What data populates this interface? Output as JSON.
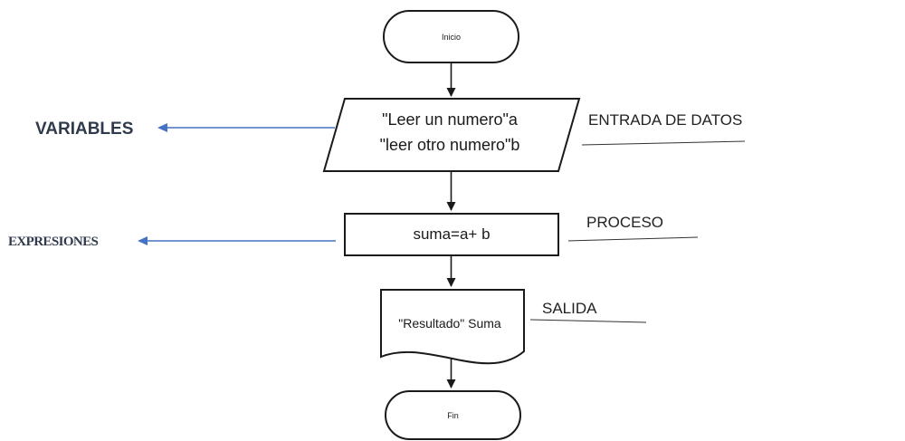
{
  "nodes": {
    "start": "Inicio",
    "input_line1": "\"Leer un numero\"a",
    "input_line2": "\"leer otro numero\"b",
    "process": "suma=a+ b",
    "output": "\"Resultado\" Suma",
    "end": "Fin"
  },
  "annotations": {
    "entrada": "ENTRADA DE DATOS",
    "proceso": "PROCESO",
    "salida": "SALIDA"
  },
  "side_labels": {
    "variables": "VARIABLES",
    "expresiones": "EXPRESIONES"
  },
  "colors": {
    "side_arrow": "#4472c4",
    "side_label_text": "#2f3a4c",
    "shape_stroke": "#1a1a1a"
  }
}
